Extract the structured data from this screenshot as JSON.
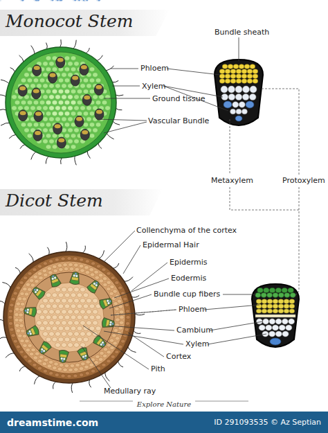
{
  "diagram": {
    "caption": "Explore Nature",
    "nodes": [
      {
        "text": [
          "Monocot Stem"
        ]
      },
      {
        "text": [
          "Dicot Stem"
        ]
      },
      {
        "text": [
          "dreamstime.com",
          "ID 291093535 © Az Septian"
        ]
      }
    ],
    "labels": [
      "Phloem",
      "Xylem",
      "Ground tissue",
      "Vascular Bundle",
      "Bundle sheath",
      "Metaxylem",
      "Protoxylem",
      "Collenchyma of the cortex",
      "Epidermal Hair",
      "Epidermis",
      "Eodermis",
      "Bundle cup fibers",
      "Phloem",
      "Cambium",
      "Xylem",
      "Cortex",
      "Pith",
      "Medullary ray"
    ]
  }
}
